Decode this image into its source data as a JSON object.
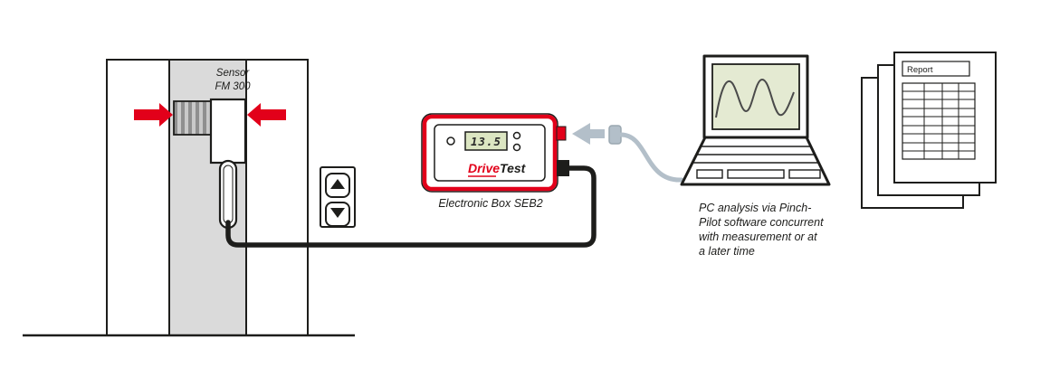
{
  "figure": {
    "sensor": {
      "label_line1": "Sensor",
      "label_line2": "FM 300"
    },
    "electronic_box": {
      "display_value": "13.5",
      "brand": {
        "drive": "Drive",
        "test": "Test"
      },
      "caption": "Electronic Box SEB2"
    },
    "pc_note": {
      "lines": [
        "PC analysis via Pinch-",
        "Pilot software concurrent",
        "with measurement or at",
        "a later time"
      ]
    },
    "report": {
      "title": "Report"
    }
  },
  "colors": {
    "accent_red": "#e2001a",
    "ink": "#1d1d1b",
    "door_gray": "#dadada",
    "cable_gray": "#b3bfc9",
    "screen_green": "#e4ead2",
    "lcd_green": "#dce6c2",
    "stripe_dark": "#8f8f8f",
    "stripe_light": "#c9c9c9"
  }
}
